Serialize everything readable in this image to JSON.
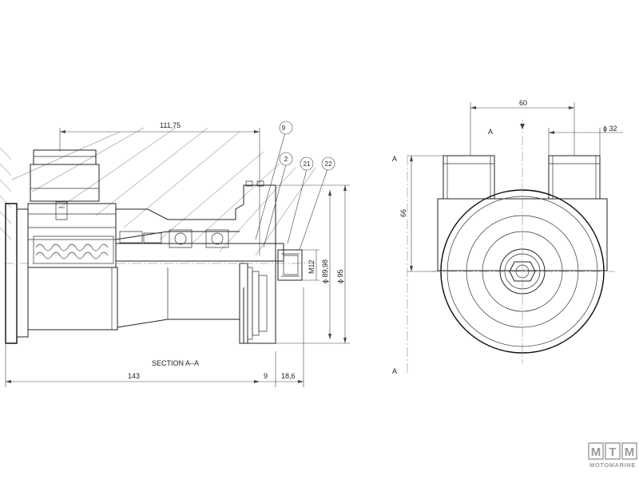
{
  "section_view": {
    "title": "SECTION A–A",
    "dims": {
      "top_length": "111,75",
      "overall_length": "143",
      "flange_offset": "9",
      "shaft_extension": "18,6",
      "bore_dia": "ϕ  89,98",
      "outer_dia": "ϕ  95",
      "thread": "M12"
    },
    "balloons": [
      "9",
      "2",
      "21",
      "22"
    ]
  },
  "end_view": {
    "section_mark_top": "A",
    "section_mark_side": "A",
    "section_mark_bottom": "A",
    "dims": {
      "port_spacing": "60",
      "port_dia": "ϕ  32",
      "height": "66"
    }
  },
  "logo": {
    "letters": [
      "M",
      "T",
      "M"
    ],
    "name": "MOTOMARINE",
    "color": "#9a9a9a"
  }
}
